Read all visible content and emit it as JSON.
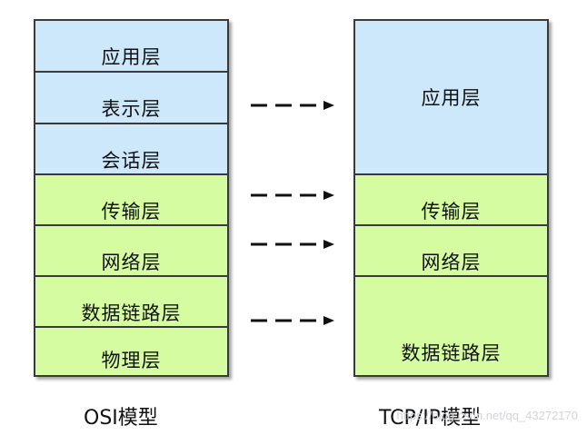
{
  "osi": {
    "caption": "OSI模型",
    "layers": [
      "应用层",
      "表示层",
      "会话层",
      "传输层",
      "网络层",
      "数据链路层",
      "物理层"
    ]
  },
  "tcpip": {
    "caption": "TCP/IP模型",
    "layers": [
      "应用层",
      "传输层",
      "网络层",
      "数据链路层"
    ]
  },
  "watermark": "https://blog.csdn.net/qq_43272170",
  "colors": {
    "upper": "#cce8fa",
    "lower": "#d6fca2",
    "border": "#3a3a3a"
  },
  "icons": [
    "dashed-arrow-icon"
  ]
}
